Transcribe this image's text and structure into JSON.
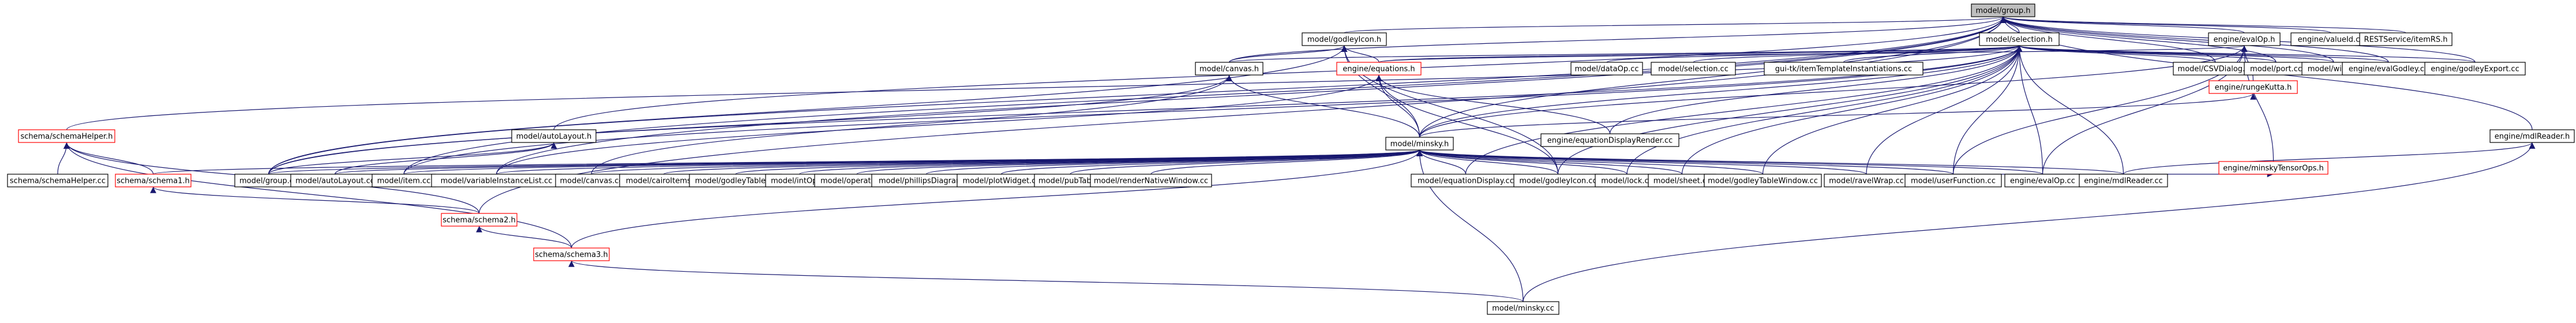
{
  "colors": {
    "edge": "#191970",
    "node_border": "#000000",
    "node_border_missing": "#ff0000",
    "node_fill": "#ffffff",
    "root_fill": "#bfbfbf"
  },
  "nodes": [
    {
      "id": "group_h",
      "label": "model/group.h",
      "style": "root"
    },
    {
      "id": "godleyIcon_h",
      "label": "model/godleyIcon.h",
      "style": "normal"
    },
    {
      "id": "selection_h",
      "label": "model/selection.h",
      "style": "normal"
    },
    {
      "id": "evalOp_h",
      "label": "engine/evalOp.h",
      "style": "normal"
    },
    {
      "id": "valueId_cc",
      "label": "engine/valueId.cc",
      "style": "normal"
    },
    {
      "id": "restservice_cc",
      "label": "RESTService/itemRS.h",
      "style": "normal"
    },
    {
      "id": "canvas_h",
      "label": "model/canvas.h",
      "style": "normal"
    },
    {
      "id": "equations_h",
      "label": "engine/equations.h",
      "style": "missing"
    },
    {
      "id": "dataOp_cc",
      "label": "model/dataOp.cc",
      "style": "normal"
    },
    {
      "id": "selection_cc",
      "label": "model/selection.cc",
      "style": "normal"
    },
    {
      "id": "tkinst_cc",
      "label": "gui-tk/itemTemplateInstantiations.cc",
      "style": "normal"
    },
    {
      "id": "csvdialog_cc",
      "label": "model/CSVDialog.cc",
      "style": "normal"
    },
    {
      "id": "port_cc",
      "label": "model/port.cc",
      "style": "normal"
    },
    {
      "id": "wire_cc",
      "label": "model/wire.cc",
      "style": "normal"
    },
    {
      "id": "evalGodley_cc",
      "label": "engine/evalGodley.cc",
      "style": "normal"
    },
    {
      "id": "godleyExport_cc",
      "label": "engine/godleyExport.cc",
      "style": "normal"
    },
    {
      "id": "rungeKutta_h",
      "label": "engine/rungeKutta.h",
      "style": "missing"
    },
    {
      "id": "mdlReader_h",
      "label": "engine/mdlReader.h",
      "style": "normal"
    },
    {
      "id": "schemaHelper_h",
      "label": "schema/schemaHelper.h",
      "style": "missing"
    },
    {
      "id": "autoLayout_h",
      "label": "model/autoLayout.h",
      "style": "normal"
    },
    {
      "id": "eqDisplayRender_cc",
      "label": "engine/equationDisplayRender.cc",
      "style": "normal"
    },
    {
      "id": "minskyTensorOps_h",
      "label": "engine/minskyTensorOps.h",
      "style": "missing"
    },
    {
      "id": "minsky_h",
      "label": "model/minsky.h",
      "style": "normal"
    },
    {
      "id": "schemaHelper_cc",
      "label": "schema/schemaHelper.cc",
      "style": "normal"
    },
    {
      "id": "schema1_h",
      "label": "schema/schema1.h",
      "style": "missing"
    },
    {
      "id": "group_cc",
      "label": "model/group.cc",
      "style": "normal"
    },
    {
      "id": "autoLayout_cc",
      "label": "model/autoLayout.cc",
      "style": "normal"
    },
    {
      "id": "item_cc",
      "label": "model/item.cc",
      "style": "normal"
    },
    {
      "id": "varInstList_cc",
      "label": "model/variableInstanceList.cc",
      "style": "normal"
    },
    {
      "id": "canvas_cc",
      "label": "model/canvas.cc",
      "style": "normal"
    },
    {
      "id": "cairoItems_cc",
      "label": "model/cairoItems.cc",
      "style": "normal"
    },
    {
      "id": "godleyTable_cc",
      "label": "model/godleyTable.cc",
      "style": "normal"
    },
    {
      "id": "intOp_cc",
      "label": "model/intOp.cc",
      "style": "normal"
    },
    {
      "id": "operation_cc",
      "label": "model/operation.cc",
      "style": "normal"
    },
    {
      "id": "phillipsDiagram_cc",
      "label": "model/phillipsDiagram.cc",
      "style": "normal"
    },
    {
      "id": "plotWidget_cc",
      "label": "model/plotWidget.cc",
      "style": "normal"
    },
    {
      "id": "pubTab_cc",
      "label": "model/pubTab.cc",
      "style": "normal"
    },
    {
      "id": "renderNative_cc",
      "label": "model/renderNativeWindow.cc",
      "style": "normal"
    },
    {
      "id": "eqDisplay_cc",
      "label": "model/equationDisplay.cc",
      "style": "normal"
    },
    {
      "id": "godleyIcon_cc",
      "label": "model/godleyIcon.cc",
      "style": "normal"
    },
    {
      "id": "lock_cc",
      "label": "model/lock.cc",
      "style": "normal"
    },
    {
      "id": "sheet_cc",
      "label": "model/sheet.cc",
      "style": "normal"
    },
    {
      "id": "godleyTableWindow_cc",
      "label": "model/godleyTableWindow.cc",
      "style": "normal"
    },
    {
      "id": "ravelWrap_cc",
      "label": "model/ravelWrap.cc",
      "style": "normal"
    },
    {
      "id": "userFunction_cc",
      "label": "model/userFunction.cc",
      "style": "normal"
    },
    {
      "id": "evalOp_cc",
      "label": "engine/evalOp.cc",
      "style": "normal"
    },
    {
      "id": "mdlReader_cc",
      "label": "engine/mdlReader.cc",
      "style": "normal"
    },
    {
      "id": "schema2_h",
      "label": "schema/schema2.h",
      "style": "missing"
    },
    {
      "id": "schema3_h",
      "label": "schema/schema3.h",
      "style": "missing"
    },
    {
      "id": "minsky_cc",
      "label": "model/minsky.cc",
      "style": "normal"
    }
  ],
  "edges": [
    [
      "godleyIcon_h",
      "group_h"
    ],
    [
      "selection_h",
      "group_h"
    ],
    [
      "evalOp_h",
      "group_h"
    ],
    [
      "valueId_cc",
      "group_h"
    ],
    [
      "restservice_cc",
      "group_h"
    ],
    [
      "canvas_h",
      "group_h"
    ],
    [
      "minsky_h",
      "group_h"
    ],
    [
      "autoLayout_h",
      "group_h"
    ],
    [
      "csvdialog_cc",
      "group_h"
    ],
    [
      "port_cc",
      "group_h"
    ],
    [
      "wire_cc",
      "group_h"
    ],
    [
      "evalGodley_cc",
      "group_h"
    ],
    [
      "godleyExport_cc",
      "group_h"
    ],
    [
      "mdlReader_h",
      "group_h"
    ],
    [
      "group_cc",
      "group_h"
    ],
    [
      "item_cc",
      "group_h"
    ],
    [
      "varInstList_cc",
      "group_h"
    ],
    [
      "schema2_h",
      "group_h"
    ],
    [
      "canvas_h",
      "godleyIcon_h"
    ],
    [
      "equations_h",
      "godleyIcon_h"
    ],
    [
      "minsky_h",
      "godleyIcon_h"
    ],
    [
      "group_cc",
      "godleyIcon_h"
    ],
    [
      "godleyIcon_cc",
      "godleyIcon_h"
    ],
    [
      "canvas_h",
      "selection_h"
    ],
    [
      "equations_h",
      "selection_h"
    ],
    [
      "dataOp_cc",
      "selection_h"
    ],
    [
      "selection_cc",
      "selection_h"
    ],
    [
      "tkinst_cc",
      "selection_h"
    ],
    [
      "csvdialog_cc",
      "selection_h"
    ],
    [
      "port_cc",
      "selection_h"
    ],
    [
      "wire_cc",
      "selection_h"
    ],
    [
      "evalGodley_cc",
      "selection_h"
    ],
    [
      "godleyExport_cc",
      "selection_h"
    ],
    [
      "minsky_h",
      "selection_h"
    ],
    [
      "schemaHelper_h",
      "selection_h"
    ],
    [
      "group_cc",
      "selection_h"
    ],
    [
      "item_cc",
      "selection_h"
    ],
    [
      "eqDisplayRender_cc",
      "selection_h"
    ],
    [
      "eqDisplay_cc",
      "selection_h"
    ],
    [
      "godleyIcon_cc",
      "selection_h"
    ],
    [
      "lock_cc",
      "selection_h"
    ],
    [
      "sheet_cc",
      "selection_h"
    ],
    [
      "godleyTableWindow_cc",
      "selection_h"
    ],
    [
      "ravelWrap_cc",
      "selection_h"
    ],
    [
      "userFunction_cc",
      "selection_h"
    ],
    [
      "evalOp_cc",
      "selection_h"
    ],
    [
      "mdlReader_cc",
      "selection_h"
    ],
    [
      "equations_h",
      "evalOp_h"
    ],
    [
      "rungeKutta_h",
      "evalOp_h"
    ],
    [
      "minskyTensorOps_h",
      "evalOp_h"
    ],
    [
      "evalOp_cc",
      "evalOp_h"
    ],
    [
      "userFunction_cc",
      "evalOp_h"
    ],
    [
      "minsky_h",
      "evalOp_h"
    ],
    [
      "minsky_h",
      "canvas_h"
    ],
    [
      "canvas_cc",
      "canvas_h"
    ],
    [
      "group_cc",
      "canvas_h"
    ],
    [
      "minsky_h",
      "equations_h"
    ],
    [
      "eqDisplayRender_cc",
      "equations_h"
    ],
    [
      "godleyIcon_cc",
      "equations_h"
    ],
    [
      "varInstList_cc",
      "equations_h"
    ],
    [
      "minsky_h",
      "rungeKutta_h"
    ],
    [
      "mdlReader_cc",
      "mdlReader_h"
    ],
    [
      "minsky_cc",
      "mdlReader_h"
    ],
    [
      "schemaHelper_cc",
      "schemaHelper_h"
    ],
    [
      "schema1_h",
      "schemaHelper_h"
    ],
    [
      "schema2_h",
      "schemaHelper_h"
    ],
    [
      "schema3_h",
      "schemaHelper_h"
    ],
    [
      "group_cc",
      "autoLayout_h"
    ],
    [
      "autoLayout_cc",
      "autoLayout_h"
    ],
    [
      "ravelWrap_cc",
      "minskyTensorOps_h"
    ],
    [
      "schema1_h",
      "minsky_h"
    ],
    [
      "group_cc",
      "minsky_h"
    ],
    [
      "autoLayout_cc",
      "minsky_h"
    ],
    [
      "item_cc",
      "minsky_h"
    ],
    [
      "varInstList_cc",
      "minsky_h"
    ],
    [
      "canvas_cc",
      "minsky_h"
    ],
    [
      "cairoItems_cc",
      "minsky_h"
    ],
    [
      "godleyTable_cc",
      "minsky_h"
    ],
    [
      "intOp_cc",
      "minsky_h"
    ],
    [
      "operation_cc",
      "minsky_h"
    ],
    [
      "phillipsDiagram_cc",
      "minsky_h"
    ],
    [
      "plotWidget_cc",
      "minsky_h"
    ],
    [
      "pubTab_cc",
      "minsky_h"
    ],
    [
      "renderNative_cc",
      "minsky_h"
    ],
    [
      "eqDisplay_cc",
      "minsky_h"
    ],
    [
      "godleyIcon_cc",
      "minsky_h"
    ],
    [
      "lock_cc",
      "minsky_h"
    ],
    [
      "sheet_cc",
      "minsky_h"
    ],
    [
      "godleyTableWindow_cc",
      "minsky_h"
    ],
    [
      "ravelWrap_cc",
      "minsky_h"
    ],
    [
      "userFunction_cc",
      "minsky_h"
    ],
    [
      "evalOp_cc",
      "minsky_h"
    ],
    [
      "mdlReader_cc",
      "minsky_h"
    ],
    [
      "minsky_cc",
      "minsky_h"
    ],
    [
      "schema3_h",
      "minsky_h"
    ],
    [
      "schema2_h",
      "schema1_h"
    ],
    [
      "schema3_h",
      "schema2_h"
    ],
    [
      "minsky_cc",
      "schema3_h"
    ]
  ]
}
